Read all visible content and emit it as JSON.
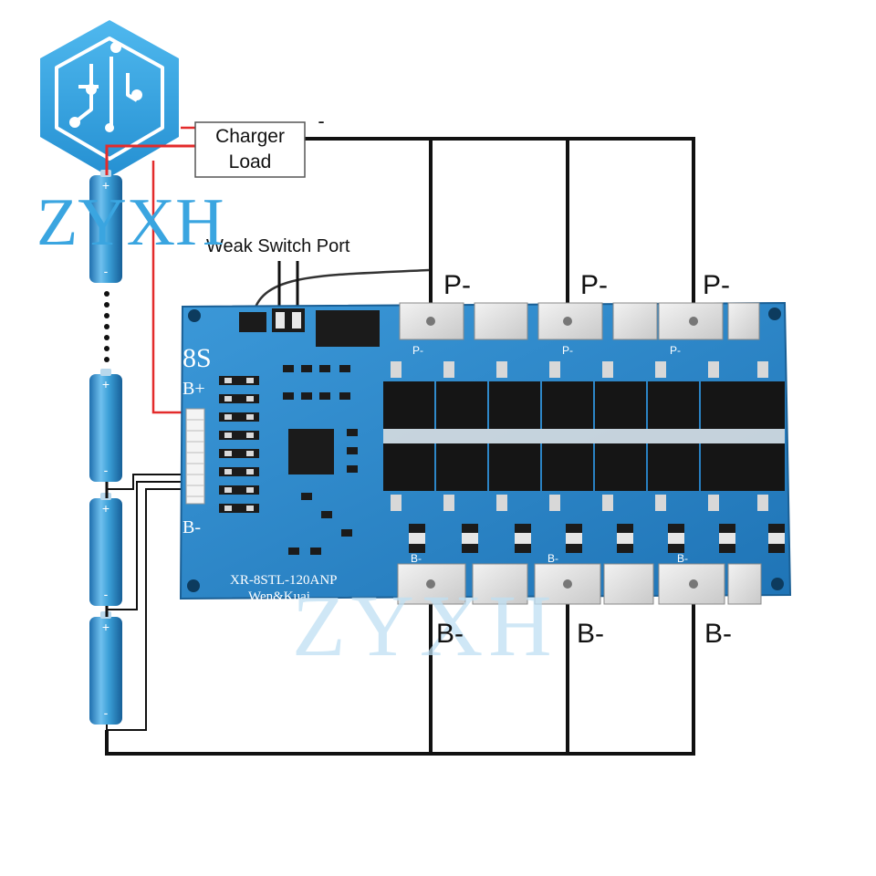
{
  "logo": {
    "text": "ZYXH",
    "color": "#3aa5e0",
    "icon": "circuit-hexagon-icon"
  },
  "watermark": {
    "text": "ZYXH"
  },
  "charger_box": {
    "line1": "Charger",
    "line2": "Load",
    "minus": "-"
  },
  "weak_switch": {
    "label": "Weak Switch Port"
  },
  "board": {
    "cells": "8S",
    "b_plus": "B+",
    "b_minus": "B-",
    "model": "XR-8STL-120ANP",
    "maker": "Wen&Kuai",
    "pad_p": "P-",
    "pad_b": "B-",
    "color": "#2a86c8"
  },
  "terminals": {
    "p_labels": [
      "P-",
      "P-",
      "P-"
    ],
    "b_labels": [
      "B-",
      "B-",
      "B-"
    ]
  },
  "battery": {
    "plus": "+",
    "minus": "-",
    "count_shown": 4
  },
  "colors": {
    "wire_black": "#111111",
    "wire_red": "#e32b2b",
    "board_blue": "#2a86c8",
    "cell_blue": "#3a9ed6"
  }
}
